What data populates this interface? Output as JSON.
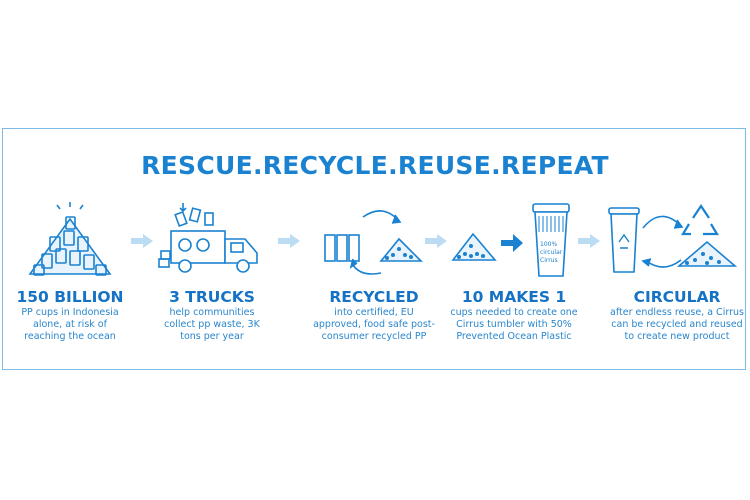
{
  "title": "RESCUE.RECYCLE.REUSE.REPEAT",
  "steps": [
    {
      "heading": "150 BILLION",
      "lines": [
        "PP cups in Indonesia",
        "alone, at risk of",
        "reaching the ocean"
      ],
      "icon": "cup-pile-icon"
    },
    {
      "heading": "3 TRUCKS",
      "lines": [
        "help communities",
        "collect pp waste, 3K",
        "tons per year"
      ],
      "icon": "truck-icon"
    },
    {
      "heading": "RECYCLED",
      "lines": [
        "into certified, EU",
        "approved, food safe post-",
        "consumer recycled PP"
      ],
      "icon": "recycle-cups-icon"
    },
    {
      "heading": "10 MAKES 1",
      "lines": [
        "cups needed to create one",
        "Cirrus tumbler with 50%",
        "Prevented Ocean Plastic"
      ],
      "icon": "pellets-to-tumbler-icon",
      "cup_text": "100% circular Cirrus"
    },
    {
      "heading": "CIRCULAR",
      "lines": [
        "after endless reuse, a Cirrus",
        "can be recycled and reused",
        "to create new product"
      ],
      "icon": "circular-recycle-icon"
    }
  ],
  "colors": {
    "primary": "#1a82d0",
    "border": "#7bbbe6",
    "arrow": "#bcdcf3"
  }
}
